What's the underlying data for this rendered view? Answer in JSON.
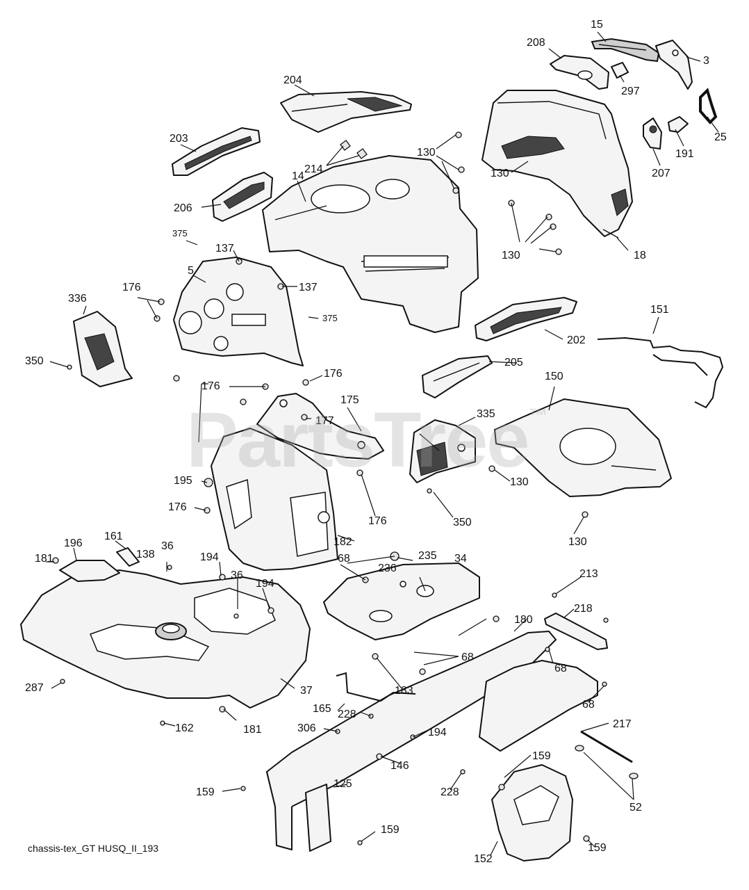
{
  "watermark": {
    "text": "PartsTree",
    "mark": "™"
  },
  "footer": {
    "code": "chassis-tex_GT HUSQ_II_193"
  },
  "callouts": {
    "c15": "15",
    "c3": "3",
    "c208": "208",
    "c297": "297",
    "c25": "25",
    "c191": "191",
    "c207": "207",
    "c204": "204",
    "c203": "203",
    "c214": "214",
    "c14": "14",
    "c206": "206",
    "c130a": "130",
    "c130b": "130",
    "c130c": "130",
    "c130d": "130",
    "c130e": "130",
    "c18": "18",
    "c375a": "375",
    "c375b": "375",
    "c137a": "137",
    "c137b": "137",
    "c5": "5",
    "c176a": "176",
    "c176b": "176",
    "c176c": "176",
    "c176d": "176",
    "c176e": "176",
    "c336": "336",
    "c350a": "350",
    "c350b": "350",
    "c202": "202",
    "c151": "151",
    "c205": "205",
    "c150": "150",
    "c175": "175",
    "c177": "177",
    "c335": "335",
    "c195": "195",
    "c182": "182",
    "c196": "196",
    "c161": "161",
    "c138": "138",
    "c36a": "36",
    "c36b": "36",
    "c194a": "194",
    "c194b": "194",
    "c194c": "194",
    "c181a": "181",
    "c181b": "181",
    "c68a": "68",
    "c68b": "68",
    "c68c": "68",
    "c68d": "68",
    "c235": "235",
    "c236": "236",
    "c34": "34",
    "c213": "213",
    "c218": "218",
    "c180": "180",
    "c287": "287",
    "c37": "37",
    "c183": "183",
    "c165": "165",
    "c228a": "228",
    "c228b": "228",
    "c162": "162",
    "c306": "306",
    "c217": "217",
    "c146": "146",
    "c159a": "159",
    "c159b": "159",
    "c159c": "159",
    "c159d": "159",
    "c125": "125",
    "c52": "52",
    "c152": "152"
  }
}
